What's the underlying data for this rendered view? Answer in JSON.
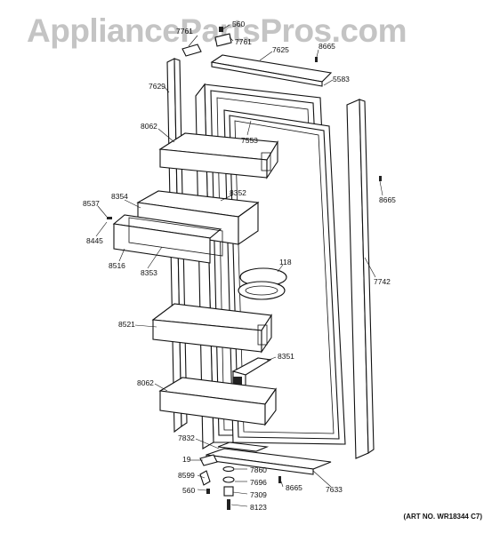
{
  "watermark": "AppliancePartsPros.com",
  "art_number": "(ART NO. WR18344 C7)",
  "callouts": {
    "c560_top": "560",
    "c7761_a": "7761",
    "c7761_b": "7761",
    "c7625": "7625",
    "c8665_top": "8665",
    "c7629": "7629",
    "c5583": "5583",
    "c8062_top": "8062",
    "c7553": "7553",
    "c8665_right": "8665",
    "c8354": "8354",
    "c8352": "8352",
    "c8537": "8537",
    "c8445": "8445",
    "c8516": "8516",
    "c8353": "8353",
    "c118": "118",
    "c7742": "7742",
    "c8521": "8521",
    "c8351": "8351",
    "c8062_bottom": "8062",
    "c7832": "7832",
    "c19": "19",
    "c7860": "7860",
    "c8599": "8599",
    "c7696": "7696",
    "c8665_bottom": "8665",
    "c7633": "7633",
    "c560_bottom": "560",
    "c7309": "7309",
    "c8123": "8123"
  }
}
